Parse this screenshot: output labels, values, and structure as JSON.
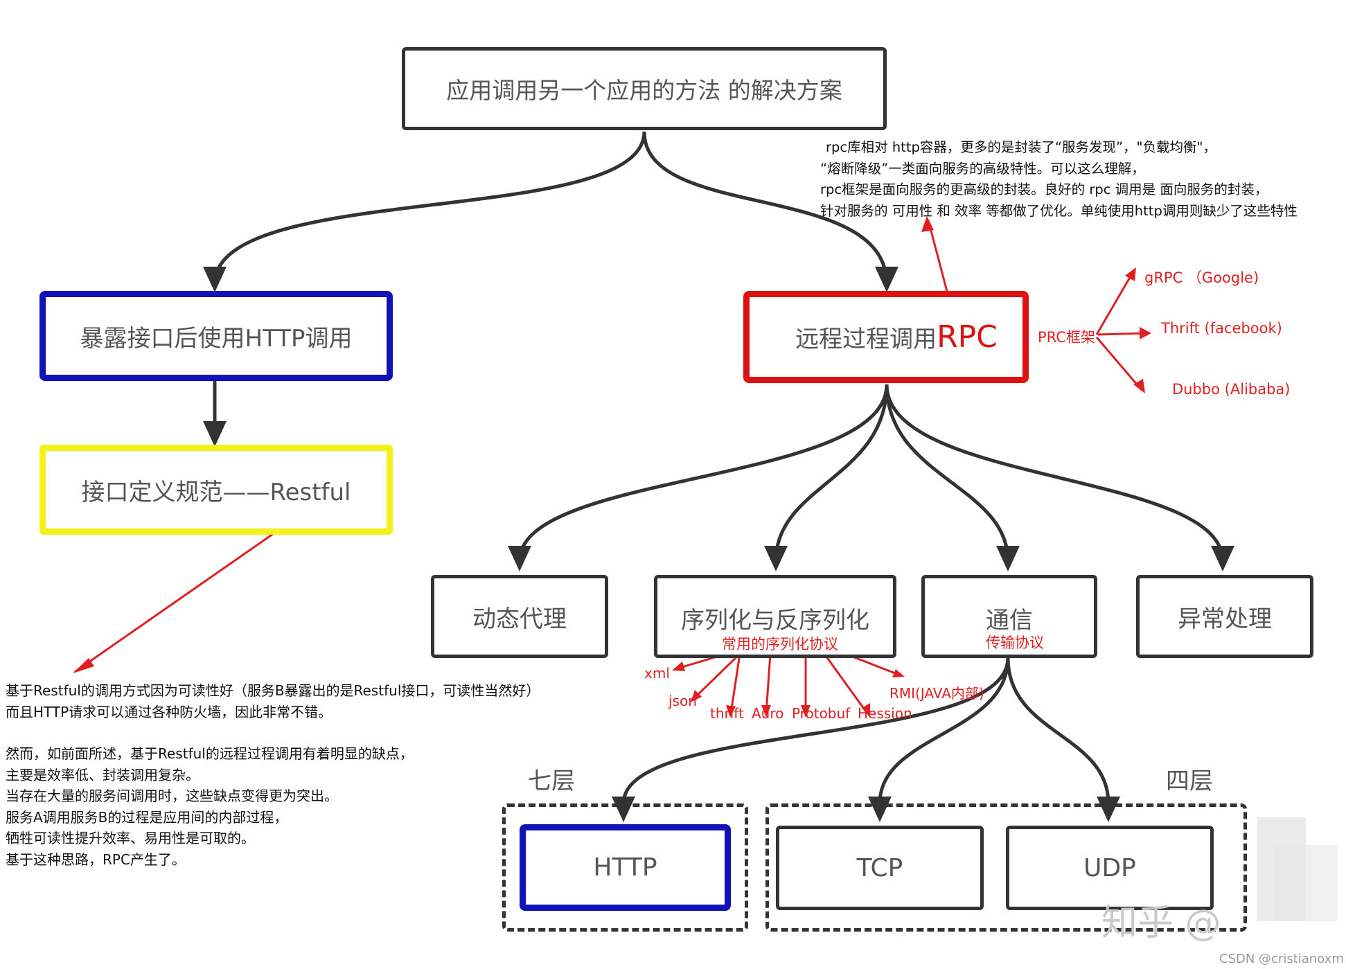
{
  "nodes": {
    "root": "应用调用另一个应用的方法 的解决方案",
    "http_call": "暴露接口后使用HTTP调用",
    "restful": "接口定义规范——Restful",
    "rpc_prefix": "远程过程调用",
    "rpc_suffix": "RPC",
    "dynamic_proxy": "动态代理",
    "serialization": "序列化与反序列化",
    "communication": "通信",
    "exception": "异常处理",
    "http": "HTTP",
    "tcp": "TCP",
    "udp": "UDP"
  },
  "layers": {
    "seven": "七层",
    "four": "四层"
  },
  "rpc_note": [
    "rpc库相对 http容器，更多的是封装了“服务发现”，\"负载均衡\"，",
    "“熔断降级”一类面向服务的高级特性。可以这么理解，",
    "rpc框架是面向服务的更高级的封装。良好的 rpc 调用是 面向服务的封装，",
    "针对服务的 可用性 和 效率 等都做了优化。单纯使用http调用则缺少了这些特性"
  ],
  "frameworks": {
    "title": "PRC框架",
    "items": [
      "gRPC （Google)",
      "Thrift (facebook)",
      "Dubbo (Alibaba)"
    ]
  },
  "serialization_protocols": {
    "title": "常用的序列化协议",
    "items": [
      "xml",
      "json",
      "thrift",
      "Auro",
      "Protobuf",
      "Hession",
      "RMI(JAVA内部)"
    ]
  },
  "transport": {
    "title": "传输协议"
  },
  "restful_note": [
    "基于Restful的调用方式因为可读性好（服务B暴露出的是Restful接口，可读性当然好）",
    "而且HTTP请求可以通过各种防火墙，因此非常不错。",
    "",
    "然而，如前面所述，基于Restful的远程过程调用有着明显的缺点，",
    "主要是效率低、封装调用复杂。",
    "当存在大量的服务间调用时，这些缺点变得更为突出。",
    "服务A调用服务B的过程是应用间的内部过程，",
    "牺牲可读性提升效率、易用性是可取的。",
    "基于这种思路，RPC产生了。"
  ],
  "watermark": {
    "zhihu": "知乎 @",
    "csdn": "CSDN @cristianoxm"
  },
  "colors": {
    "annotation_red": "#e02020",
    "blue_border": "#1212b8",
    "yellow_border": "#f2f21a",
    "red_border": "#dd1111",
    "dark": "#333333"
  }
}
